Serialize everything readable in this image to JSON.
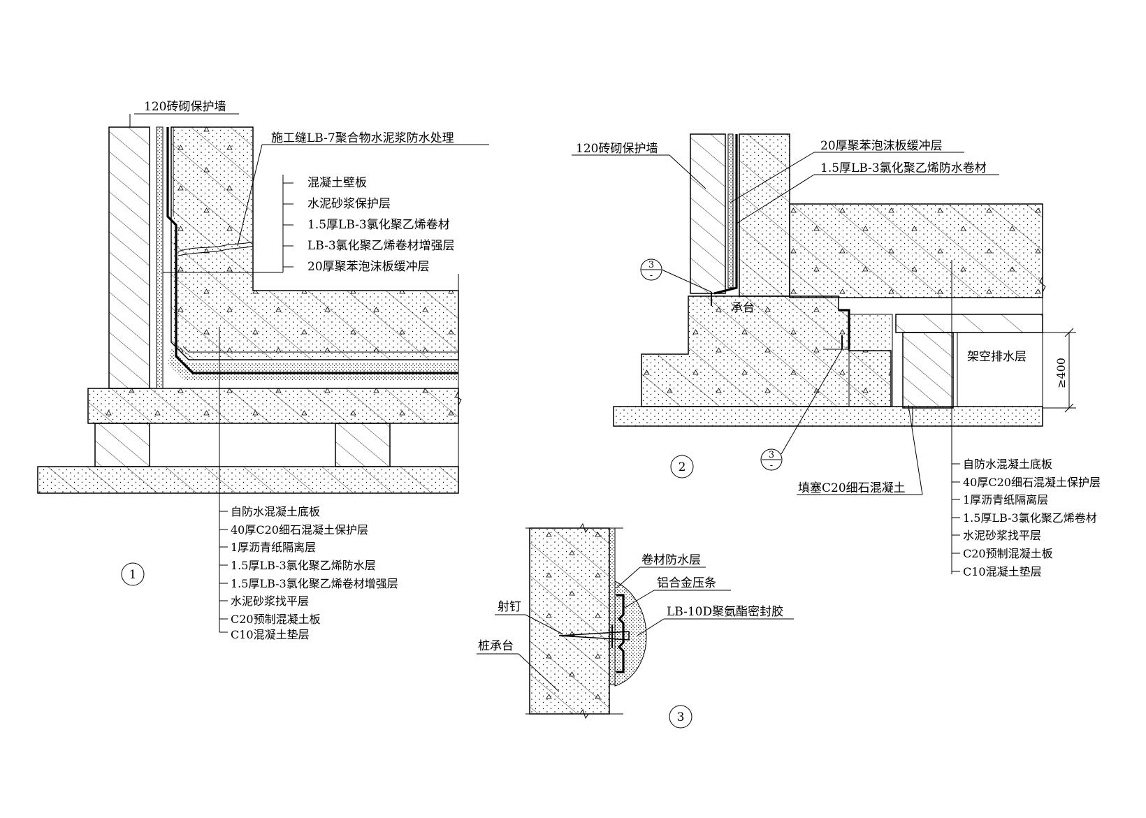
{
  "detail1": {
    "wall_label": "120砖砌保护墙",
    "joint_label": "施工缝LB-7聚合物水泥浆防水处理",
    "wall_layers": [
      "混凝土壁板",
      "水泥砂浆保护层",
      "1.5厚LB-3氯化聚乙烯卷材",
      "LB-3氯化聚乙烯卷材增强层",
      "20厚聚苯泡沫板缓冲层"
    ],
    "base_layers": [
      "自防水混凝土底板",
      "40厚C20细石混凝土保护层",
      "1厚沥青纸隔离层",
      "1.5厚LB-3氯化聚乙烯防水层",
      "1.5厚LB-3氯化聚乙烯卷材增强层",
      "水泥砂浆找平层",
      "C20预制混凝土板",
      "C10混凝土垫层"
    ],
    "number": "1"
  },
  "detail2": {
    "wall_label": "120砖砌保护墙",
    "top_layers": [
      "20厚聚苯泡沫板缓冲层",
      "1.5厚LB-3氯化聚乙烯防水卷材"
    ],
    "cap_label": "承台",
    "drain_label": "架空排水层",
    "dim_label": "≥400",
    "fill_label": "填塞C20细石混凝土",
    "callout_top": "3",
    "callout_bottom": "3",
    "callout_dash": "-",
    "base_layers": [
      "自防水混凝土底板",
      "40厚C20细石混凝土保护层",
      "1厚沥青纸隔离层",
      "1.5厚LB-3氯化聚乙烯卷材",
      "水泥砂浆找平层",
      "C20预制混凝土板",
      "C10混凝土垫层"
    ],
    "number": "2"
  },
  "detail3": {
    "membrane_label": "卷材防水层",
    "strip_label": "铝合金压条",
    "sealant_label": "LB-10D聚氨酯密封胶",
    "nail_label": "射钉",
    "pile_cap_label": "桩承台",
    "number": "3"
  }
}
